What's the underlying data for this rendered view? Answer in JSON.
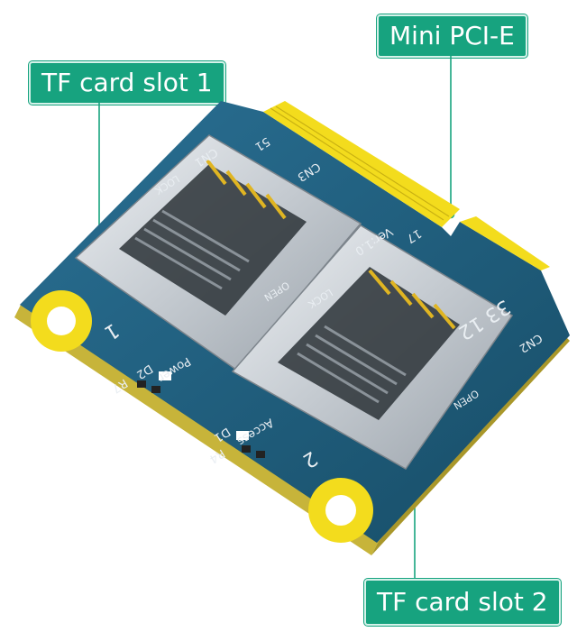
{
  "callouts": {
    "mini_pcie": "Mini PCI-E",
    "slot1": "TF card slot 1",
    "slot2": "TF card slot 2"
  },
  "silkscreen": {
    "cn1": "CN1",
    "cn2": "CN2",
    "cn3": "CN3",
    "pin51": "51",
    "pin17": "17",
    "version": "Ver:1.0",
    "code": "33 12",
    "lock1": "LOCK",
    "lock2": "LOCK",
    "open1": "OPEN",
    "open2": "OPEN",
    "slot1_num": "1",
    "slot2_num": "2",
    "power": "Power",
    "d2": "D2",
    "r7": "R7",
    "access": "Access",
    "d1": "D1",
    "r4": "R4"
  },
  "colors": {
    "pcb": "#1e5f7e",
    "gold": "#f3dc1d",
    "callout": "#17a37f",
    "shield": "#c9ced3"
  }
}
